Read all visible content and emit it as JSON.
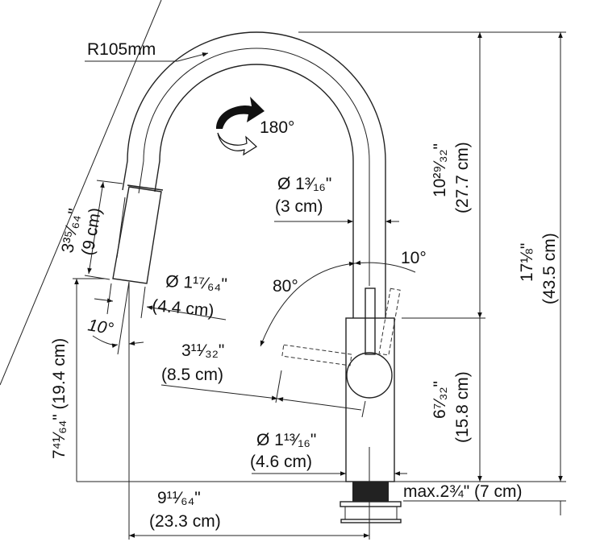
{
  "title": "Faucet dimension drawing",
  "labels": {
    "radius": "R105mm",
    "rotation": "180°",
    "spout_diameter_in": "Ø 1³⁄₁₆\"",
    "spout_diameter_cm": "(3 cm)",
    "lever_angle_small": "10°",
    "lever_angle_large": "80°",
    "spray_diameter_in": "Ø 1¹⁷⁄₆₄\"",
    "spray_diameter_cm": "(4.4 cm)",
    "spray_angle": "10°",
    "spray_length_in": "3³⁵⁄₆₄\"",
    "spray_length_cm": "(9 cm)",
    "lever_length_in": "3¹¹⁄₃₂\"",
    "lever_length_cm": "(8.5 cm)",
    "body_diameter_in": "Ø 1¹³⁄₁₆\"",
    "body_diameter_cm": "(4.6 cm)",
    "mount_thickness": "max.2¾\" (7 cm)",
    "spout_height_in": "10²⁹⁄₃₂\"",
    "spout_height_cm": "(27.7 cm)",
    "total_height_in": "17⅛\"",
    "total_height_cm": "(43.5 cm)",
    "body_height_in": "6⁷⁄₃₂\"",
    "body_height_cm": "(15.8 cm)",
    "spray_clearance": "7⁴¹⁄₆₄\" (19.4 cm)",
    "reach_in": "9¹¹⁄₆₄\"",
    "reach_cm": "(23.3 cm)"
  }
}
